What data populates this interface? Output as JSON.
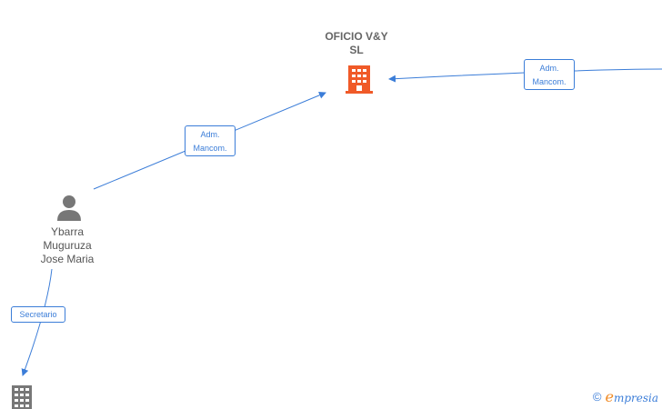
{
  "nodes": {
    "main_company": {
      "name_line1": "OFICIO V&Y",
      "name_line2": "SL",
      "color": "#f05a28"
    },
    "person": {
      "line1": "Ybarra",
      "line2": "Muguruza",
      "line3": "Jose Maria",
      "color": "#777777"
    },
    "other_company": {
      "color": "#777777"
    }
  },
  "edges": {
    "person_to_main": {
      "line1": "Adm.",
      "line2": "Mancom."
    },
    "right_to_main": {
      "line1": "Adm.",
      "line2": "Mancom."
    },
    "person_to_other": {
      "label": "Secretario"
    }
  },
  "colors": {
    "edge": "#3b7dd8"
  },
  "footer": {
    "copyright": "©",
    "brand_first": "e",
    "brand_rest": "mpresia"
  }
}
